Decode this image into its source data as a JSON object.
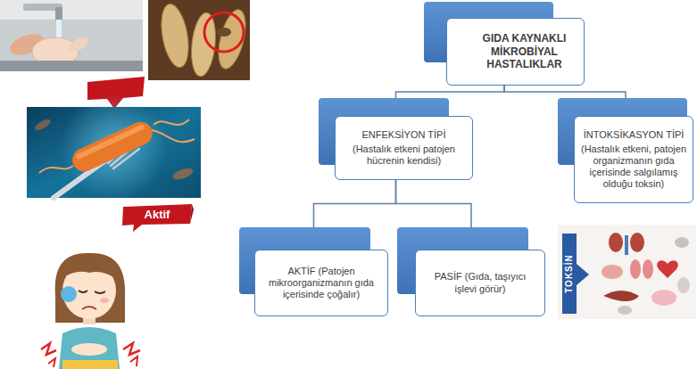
{
  "diagram": {
    "nodes": [
      {
        "text": [
          "GIDA KAYNAKLI MİKROBİYAL HASTALIKLAR"
        ]
      },
      {
        "text": [
          "ENFEKSİYON TİPİ",
          "(Hastalık etkeni patojen hücrenin kendisi)"
        ]
      },
      {
        "text": [
          "İNTOKSİKASYON TİPİ",
          "(Hastalık etkeni, patojen organizmanın gıda içerisinde salgılamış olduğu toksin)"
        ]
      },
      {
        "text": [
          "AKTİF (Patojen mikroorganizmanın gıda içerisinde çoğalır)"
        ]
      },
      {
        "text": [
          "PASİF (Gıda, taşıyıcı işlevi görür)"
        ]
      },
      {
        "text": [
          "Aktif"
        ]
      }
    ],
    "edges": [
      {
        "from": 0,
        "to": 1,
        "arrow": "none"
      },
      {
        "from": 0,
        "to": 2,
        "arrow": "none"
      },
      {
        "from": 1,
        "to": 3,
        "arrow": "none"
      },
      {
        "from": 1,
        "to": 4,
        "arrow": "none"
      }
    ],
    "labels": [
      "TOKSİN"
    ]
  }
}
